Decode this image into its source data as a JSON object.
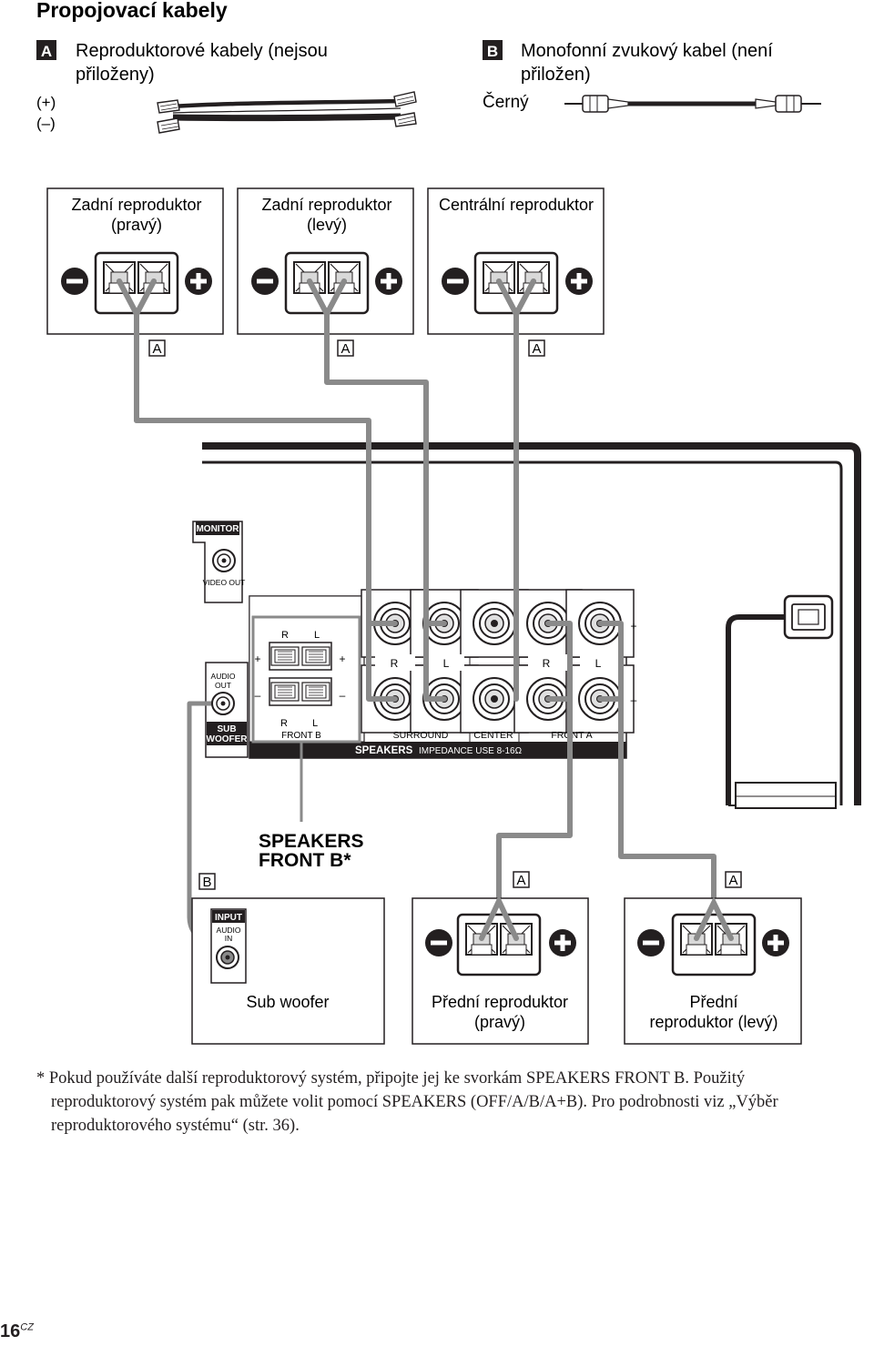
{
  "title": "Propojovací kabely",
  "cable_a": {
    "badge": "A",
    "line1": "Reproduktorové kabely (nejsou",
    "line2": "přiloženy)",
    "plus": "(+)",
    "minus": "(–)"
  },
  "cable_b": {
    "badge": "B",
    "line1": "Monofonní zvukový kabel (není",
    "line2": "přiložen)",
    "color": "Černý"
  },
  "top_speakers": [
    {
      "line1": "Zadní reproduktor",
      "line2": "(pravý)",
      "cable": "A"
    },
    {
      "line1": "Zadní reproduktor",
      "line2": "(levý)",
      "cable": "A"
    },
    {
      "line1": "Centrální reproduktor",
      "line2": "",
      "cable": "A"
    }
  ],
  "receiver": {
    "monitor": "MONITOR",
    "video_out": "VIDEO OUT",
    "audio_out_1": "AUDIO",
    "audio_out_2": "OUT",
    "sub_1": "SUB",
    "sub_2": "WOOFER",
    "r": "R",
    "l": "L",
    "plus": "+",
    "minus": "–",
    "front_b": "FRONT B",
    "surround": "SURROUND",
    "center": "CENTER",
    "front_a": "FRONT A",
    "speakers": "SPEAKERS",
    "impedance": "IMPEDANCE USE 8-16Ω"
  },
  "front_b_label": {
    "line1": "SPEAKERS",
    "line2": "FRONT B*"
  },
  "cable_badges": {
    "b": "B",
    "a1": "A",
    "a2": "A"
  },
  "bottom": {
    "subwoofer": {
      "input": "INPUT",
      "audio": "AUDIO",
      "in": "IN",
      "label": "Sub woofer"
    },
    "front_right": {
      "line1": "Přední reproduktor",
      "line2": "(pravý)"
    },
    "front_left": {
      "line1": "Přední",
      "line2": "reproduktor (levý)"
    }
  },
  "footnote": [
    "* Pokud používáte další reproduktorový systém, připojte jej ke svorkám SPEAKERS FRONT B. Použitý",
    "reproduktorový systém pak můžete volit pomocí SPEAKERS (OFF/A/B/A+B). Pro podrobnosti viz „Výběr",
    "reproduktorového systému“ (str. 36)."
  ],
  "page": {
    "number": "16",
    "suffix": "CZ"
  }
}
